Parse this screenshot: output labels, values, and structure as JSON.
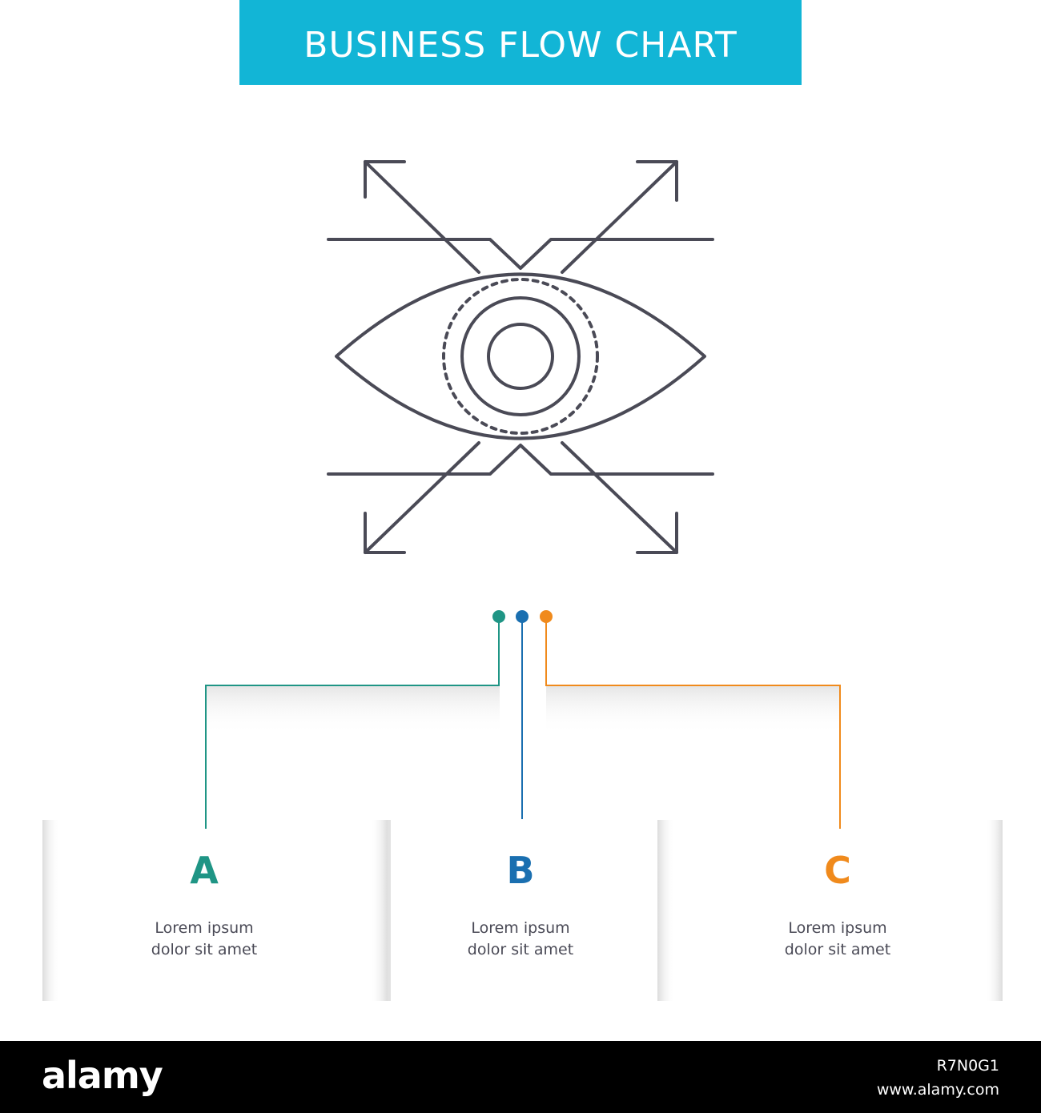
{
  "header": {
    "title": "BUSINESS FLOW CHART"
  },
  "icon": {
    "name": "eye-arrows-icon"
  },
  "colors": {
    "banner": "#12b5d6",
    "icon_stroke": "#4a4a56",
    "a": "#1f9585",
    "b": "#1a6fb0",
    "c": "#f08a1c"
  },
  "steps": [
    {
      "letter": "A",
      "line1": "Lorem ipsum",
      "line2": "dolor sit amet"
    },
    {
      "letter": "B",
      "line1": "Lorem ipsum",
      "line2": "dolor sit amet"
    },
    {
      "letter": "C",
      "line1": "Lorem ipsum",
      "line2": "dolor sit amet"
    }
  ],
  "footer": {
    "logo": "alamy",
    "image_id": "R7N0G1",
    "url": "www.alamy.com"
  }
}
